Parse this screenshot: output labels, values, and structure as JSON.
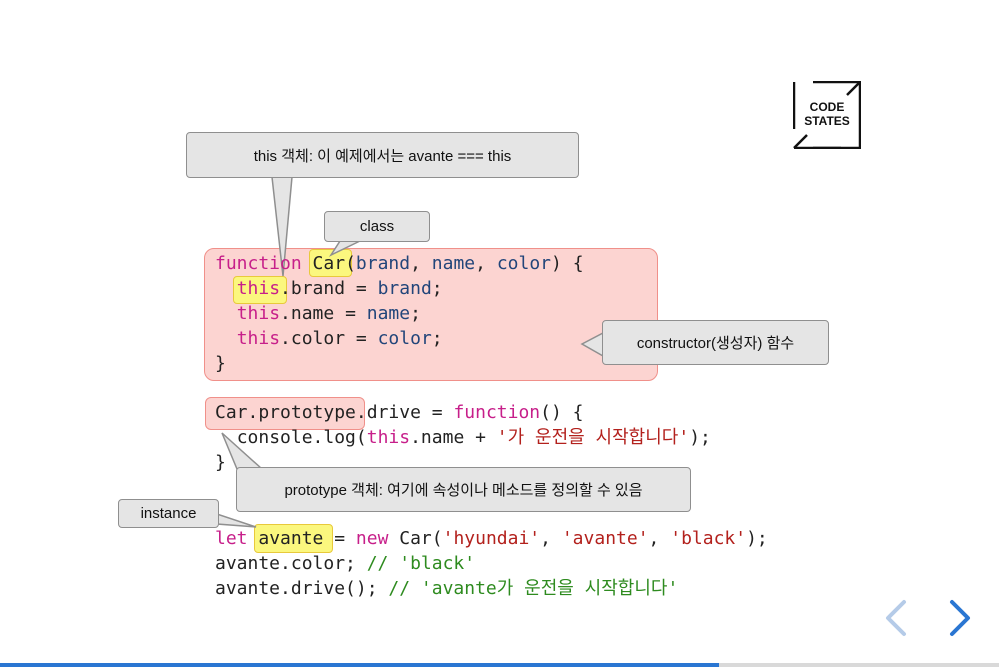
{
  "logo": {
    "line1": "CODE",
    "line2": "STATES"
  },
  "callouts": {
    "this_object": "this 객체: 이 예제에서는 avante === this",
    "class": "class",
    "constructor": "constructor(생성자) 함수",
    "prototype": "prototype 객체: 여기에 속성이나 메소드를 정의할 수 있음",
    "instance": "instance"
  },
  "code": {
    "l1": {
      "kw": "function",
      "name": "Car",
      "open": "(",
      "p1": "brand",
      "c1": ", ",
      "p2": "name",
      "c2": ", ",
      "p3": "color",
      "close": ") {"
    },
    "l2": {
      "kw": "this",
      "rest": ".brand = ",
      "val": "brand",
      "end": ";"
    },
    "l3": {
      "kw": "this",
      "rest": ".name = ",
      "val": "name",
      "end": ";"
    },
    "l4": {
      "kw": "this",
      "rest": ".color = ",
      "val": "color",
      "end": ";"
    },
    "l5": "}",
    "l6": {
      "obj": "Car.prototype",
      "rest": ".drive = ",
      "kw": "function",
      "end": "() {"
    },
    "l7": {
      "pre": "console.log(",
      "kw": "this",
      "mid": ".name + ",
      "str": "'가 운전을 시작합니다'",
      "end": ");"
    },
    "l8": "}",
    "l9": {
      "kw": "let",
      "var": "avante",
      "eq": " = ",
      "new": "new",
      "call": " Car(",
      "s1": "'hyundai'",
      "c1": ", ",
      "s2": "'avante'",
      "c2": ", ",
      "s3": "'black'",
      "end": ");"
    },
    "l10": {
      "pre": "avante.color; ",
      "cm": "// 'black'"
    },
    "l11": {
      "pre": "avante.drive(); ",
      "cm": "// 'avante가 운전을 시작합니다'"
    }
  },
  "nav": {
    "prev": "chevron-left-icon",
    "next": "chevron-right-icon"
  },
  "progress": {
    "fraction": 0.72
  },
  "colors": {
    "accent": "#2a76d2",
    "highlight": "#fbf77e",
    "box": "#fcd4d1"
  }
}
